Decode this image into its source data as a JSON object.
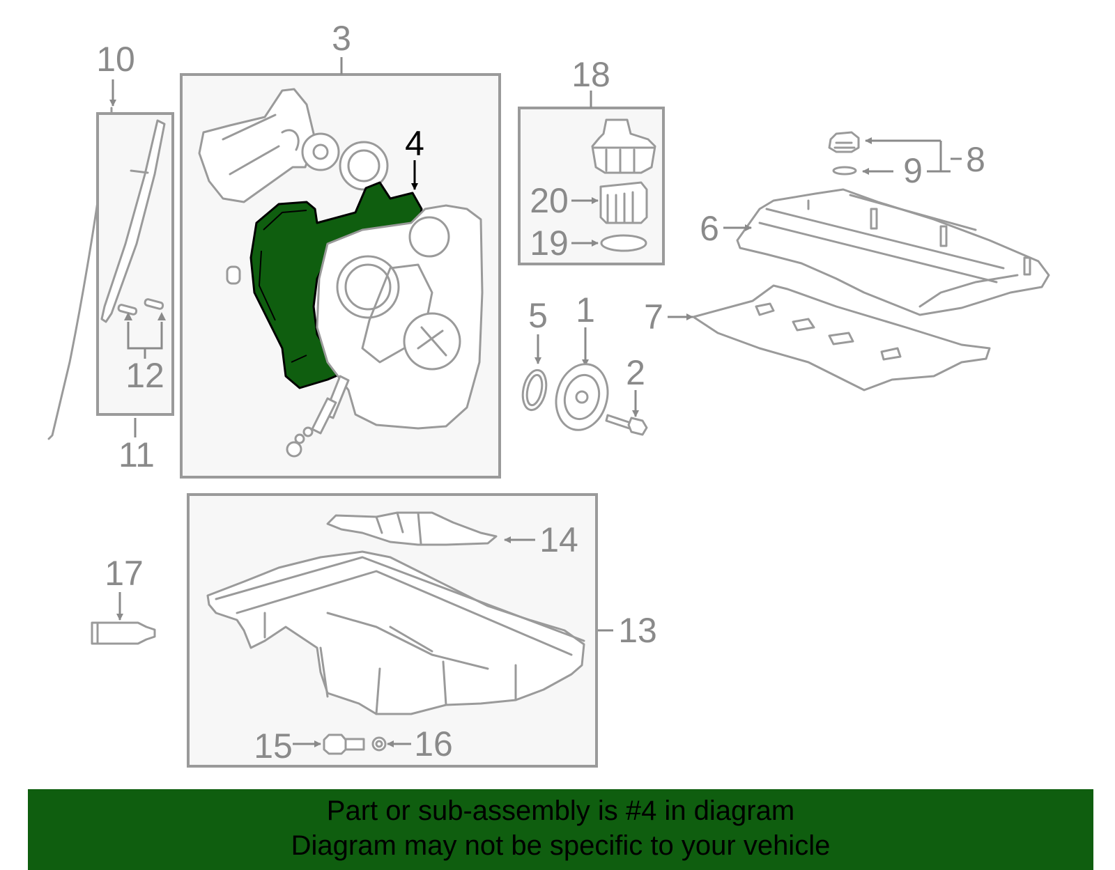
{
  "colors": {
    "highlight": "#0f5e0f",
    "banner": "#0f5e0f",
    "line": "#9a9a9a",
    "label": "#8a8a8a",
    "box_fill": "#f7f7f7"
  },
  "callouts": {
    "c1": "1",
    "c2": "2",
    "c3": "3",
    "c4": "4",
    "c5": "5",
    "c6": "6",
    "c7": "7",
    "c8": "8",
    "c9": "9",
    "c10": "10",
    "c11": "11",
    "c12": "12",
    "c13": "13",
    "c14": "14",
    "c15": "15",
    "c16": "16",
    "c17": "17",
    "c18": "18",
    "c19": "19",
    "c20": "20"
  },
  "highlighted_part": "4",
  "footer": {
    "line1": "Part or sub-assembly is #4 in diagram",
    "line2": "Diagram may not be specific to your vehicle"
  }
}
